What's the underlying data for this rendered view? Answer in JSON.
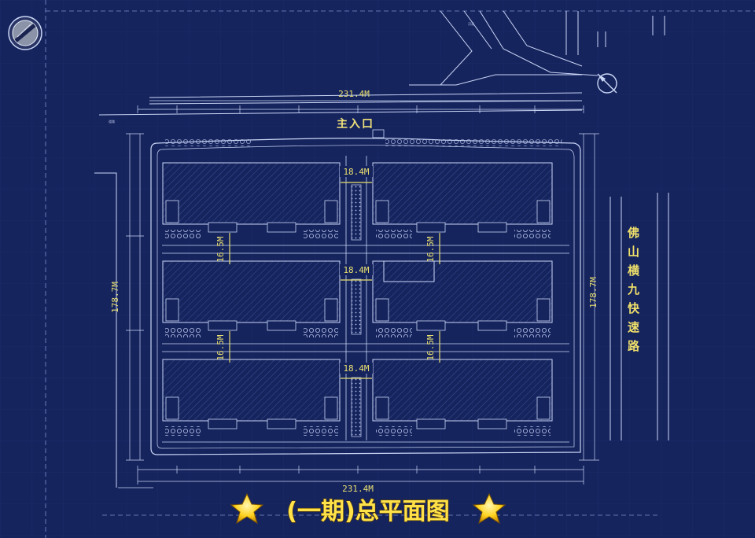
{
  "plan": {
    "title": "(一期)总平面图",
    "entrance_label": "主入口",
    "road_label": "佛山横九快速路",
    "width_top": "231.4M",
    "width_bottom": "231.4M",
    "height_left": "178.7M",
    "height_right": "178.7M",
    "central_road_widths": [
      "18.4M",
      "18.4M",
      "18.4M"
    ],
    "side_road_widths": [
      "16.5M",
      "16.5M",
      "16.5M",
      "16.5M"
    ],
    "colors": {
      "background": "#16245e",
      "line": "#c9d6f5",
      "dimension": "#e9e070",
      "title": "#ffe24a"
    }
  }
}
